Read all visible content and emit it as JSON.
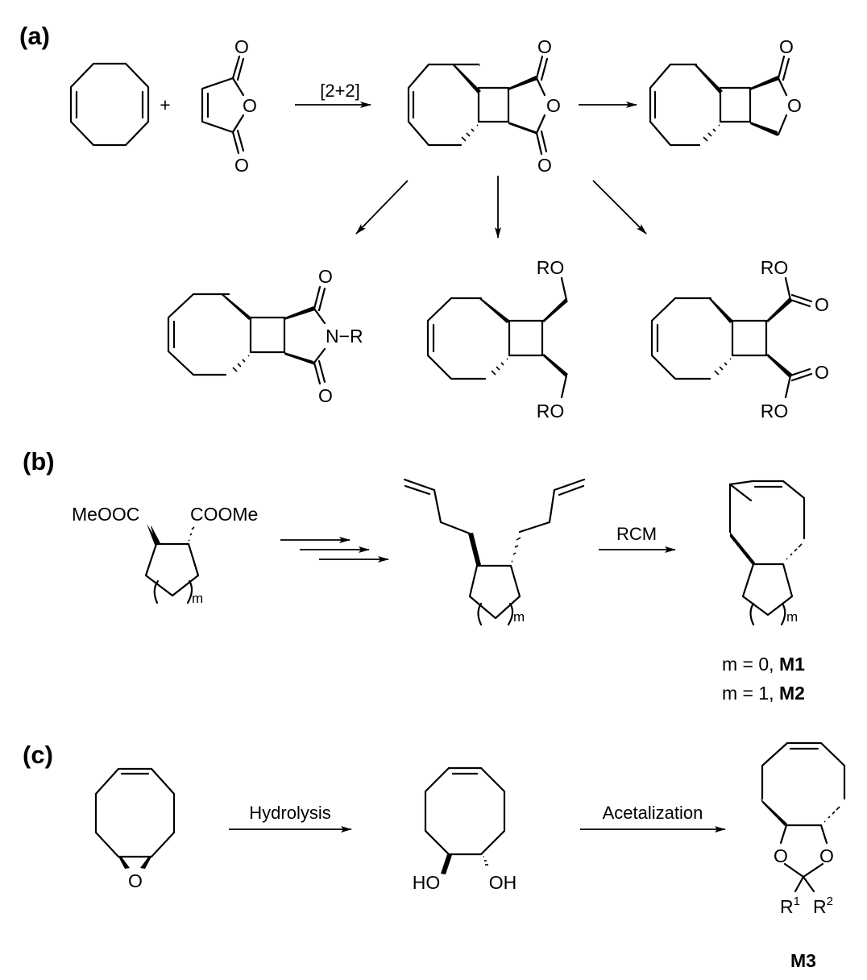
{
  "panels": {
    "a": {
      "label": "(a)",
      "plus": "+",
      "arrow_label": "[2+2]",
      "atoms": {
        "o": "O",
        "n_r": "N−R",
        "ro": "RO"
      }
    },
    "b": {
      "label": "(b)",
      "ester_left": "MeOOC",
      "ester_right": "COOMe",
      "m": "m",
      "arrow_label": "RCM",
      "legend_1_prefix": "m = 0, ",
      "legend_1_name": "M1",
      "legend_2_prefix": "m = 1, ",
      "legend_2_name": "M2"
    },
    "c": {
      "label": "(c)",
      "o": "O",
      "arrow_1_label": "Hydrolysis",
      "arrow_2_label": "Acetalization",
      "ho": "HO",
      "oh": "OH",
      "r": "R",
      "r1_sup": "1",
      "r2_sup": "2",
      "product_name": "M3"
    }
  }
}
